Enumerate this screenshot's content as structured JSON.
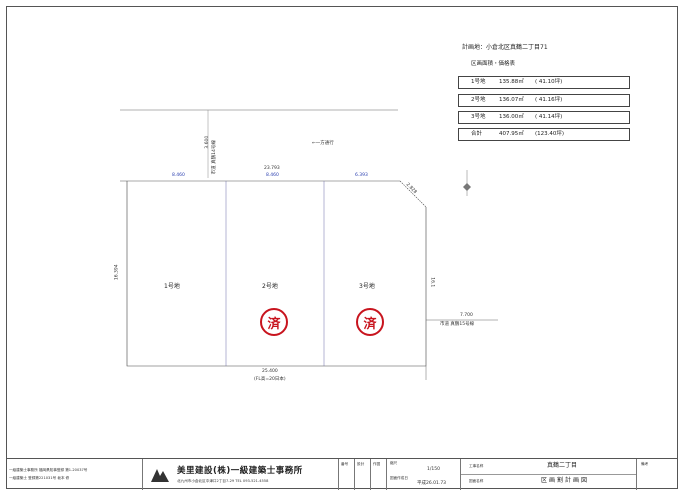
{
  "info": {
    "location": "計画地：小倉北区真鶴二丁目71",
    "table_title": "区画面積・価格表",
    "rows": [
      {
        "label": "1号地",
        "area": "135.88㎡",
        "tsubo": "( 41.10坪)"
      },
      {
        "label": "2号地",
        "area": "136.07㎡",
        "tsubo": "( 41.16坪)"
      },
      {
        "label": "3号地",
        "area": "136.00㎡",
        "tsubo": "( 41.14坪)"
      },
      {
        "label": "合計",
        "area": "407.95㎡",
        "tsubo": "(123.40坪)"
      }
    ]
  },
  "plan": {
    "road_north_width": "3.600",
    "road_north_name": "市道 真鶴14号線",
    "one_way_note": "←一方通行",
    "north_total": "23.793",
    "seg1": "8.460",
    "seg2": "8.460",
    "seg3": "6.393",
    "corner_cut": "2.828",
    "left_depth": "16.394",
    "right_depth": "16.1",
    "east_road_width": "7.700",
    "east_road_name": "市道 真鶴15号線",
    "south_total": "25.400",
    "south_note": "(FL高=20日本)",
    "lots": [
      "1号地",
      "2号地",
      "3号地"
    ],
    "sold_mark": "済"
  },
  "title_block": {
    "reg1": "一級建築士事務所 福岡県知事登録 第1-20037号",
    "reg2": "一級建築士 登録第221031号 坂本 修",
    "company": "美里建設(株)一級建築士事務所",
    "address": "北九州市小倉北区中津口2丁目7-29  TEL 093-521-4558",
    "headers": [
      "番号",
      "設計",
      "作図",
      "縮尺"
    ],
    "scale": "1/150",
    "date_label": "図面作成日",
    "date": "平成26.01.73",
    "project_label": "工事名称",
    "project": "真鶴二丁目",
    "drawing_label": "図面名称",
    "drawing": "区画割計画図",
    "remarks": "備考"
  },
  "colors": {
    "stamp": "#c8141e",
    "dimension": "#2a3fb0"
  }
}
